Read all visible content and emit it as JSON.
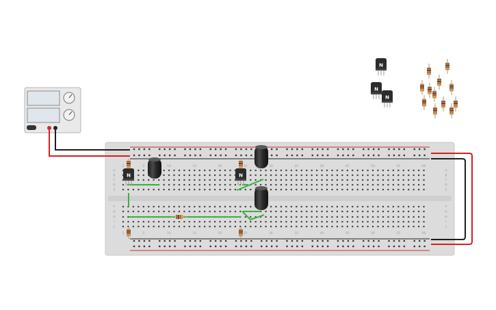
{
  "transistor_label": "N",
  "breadboard": {
    "column_numbers": [
      "1",
      "5",
      "10",
      "15",
      "20",
      "25",
      "30",
      "35",
      "40",
      "45",
      "50",
      "55",
      "60"
    ],
    "row_letters_top": [
      "A",
      "B",
      "C",
      "D",
      "E"
    ],
    "row_letters_bottom": [
      "F",
      "G",
      "H",
      "I",
      "J"
    ]
  },
  "colors": {
    "board": "#dcdcdc",
    "rail_red": "#d22a2a",
    "rail_black": "#222222",
    "wire_green": "#3cb043",
    "wire_red": "#d41f1f",
    "wire_black": "#1c1c1c",
    "transistor": "#2c2c2c",
    "capacitor": "#2a2a2a",
    "resistor_body": "#d9b779",
    "supply_body": "#e6e6e6"
  },
  "icons": [
    "power-supply-icon",
    "transistor-npn-icon",
    "capacitor-icon",
    "resistor-icon",
    "jumper-wire-icon"
  ]
}
